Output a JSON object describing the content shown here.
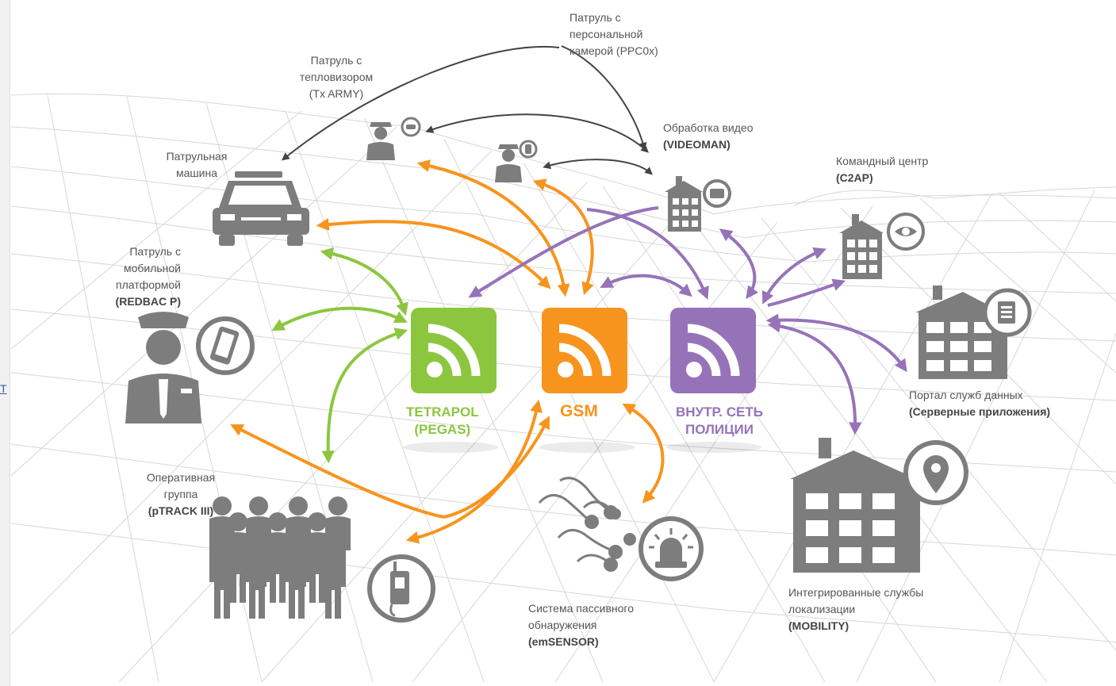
{
  "colors": {
    "tetrapol": "#8cc63f",
    "gsm": "#f7941d",
    "internal": "#9673b9",
    "icon_gray": "#7d7d7d",
    "line_dark": "#444444",
    "mesh": "#cfcfcf"
  },
  "networks": {
    "tetrapol": {
      "line1": "TETRAPOL",
      "line2": "(PEGAS)",
      "icon": "rss-icon"
    },
    "gsm": {
      "line1": "GSM",
      "icon": "rss-icon"
    },
    "internal": {
      "line1": "ВНУТР. СЕТЬ",
      "line2": "ПОЛИЦИИ",
      "icon": "rss-icon"
    }
  },
  "nodes": {
    "pps_patrol": {
      "line1": "Патруль с",
      "line2": "персональной",
      "line3": "камерой (PPC0x)"
    },
    "thermal_patrol": {
      "line1": "Патруль с",
      "line2": "тепловизором",
      "line3": "(Tx ARMY)"
    },
    "patrol_car": {
      "line1": "Патрульная",
      "line2": "машина"
    },
    "video": {
      "line1": "Обработка видео",
      "line2": "(VIDEOMAN)"
    },
    "command": {
      "line1": "Командный центр",
      "line2": "(C2AP)"
    },
    "mobile_patrol": {
      "line1": "Патруль с",
      "line2": "мобильной",
      "line3": "платформой",
      "line4": "(REDBAC P)"
    },
    "portal": {
      "line1": "Портал служб данных",
      "line2": "(Серверные приложения)"
    },
    "ops_group": {
      "line1": "Оперативная",
      "line2": "группа",
      "line3": "(pTRACK III)"
    },
    "passive": {
      "line1": "Система пассивного",
      "line2": "обнаружения",
      "line3": "(emSENSOR)"
    },
    "location": {
      "line1": "Интегрированные службы",
      "line2": "локализации",
      "line3": "(MOBILITY)"
    }
  },
  "sidebar_mark": "T"
}
